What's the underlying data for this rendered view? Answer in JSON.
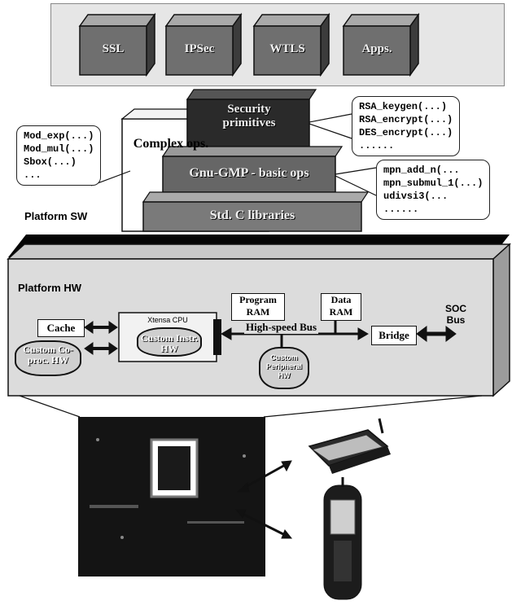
{
  "applications": [
    "SSL",
    "IPSec",
    "WTLS",
    "Apps."
  ],
  "platform_sw": {
    "label": "Platform SW",
    "layers": {
      "security_primitives": "Security primitives",
      "complex_ops": "Complex ops.",
      "gnu_gmp": "Gnu-GMP - basic ops",
      "std_c": "Std. C libraries"
    },
    "callouts": {
      "security_primitives": [
        "RSA_keygen(...)",
        "RSA_encrypt(...)",
        "DES_encrypt(...)",
        "......"
      ],
      "complex_ops": [
        "Mod_exp(...)",
        "Mod_mul(...)",
        "Sbox(...)",
        "..."
      ],
      "gnu_gmp": [
        "mpn_add_n(...",
        "mpn_submul_1(...)",
        "udivsi3(...",
        "......"
      ]
    }
  },
  "platform_hw": {
    "label": "Platform HW",
    "cache": "Cache",
    "custom_coproc": "Custom Co-proc. HW",
    "xtensa_cpu": "Xtensa CPU",
    "custom_instr": "Custom Instr. HW",
    "program_ram": "Program RAM",
    "data_ram": "Data RAM",
    "high_speed_bus": "High-speed Bus",
    "bridge": "Bridge",
    "custom_peripheral": "Custom Peripheral HW",
    "soc_bus": "SOC Bus"
  }
}
